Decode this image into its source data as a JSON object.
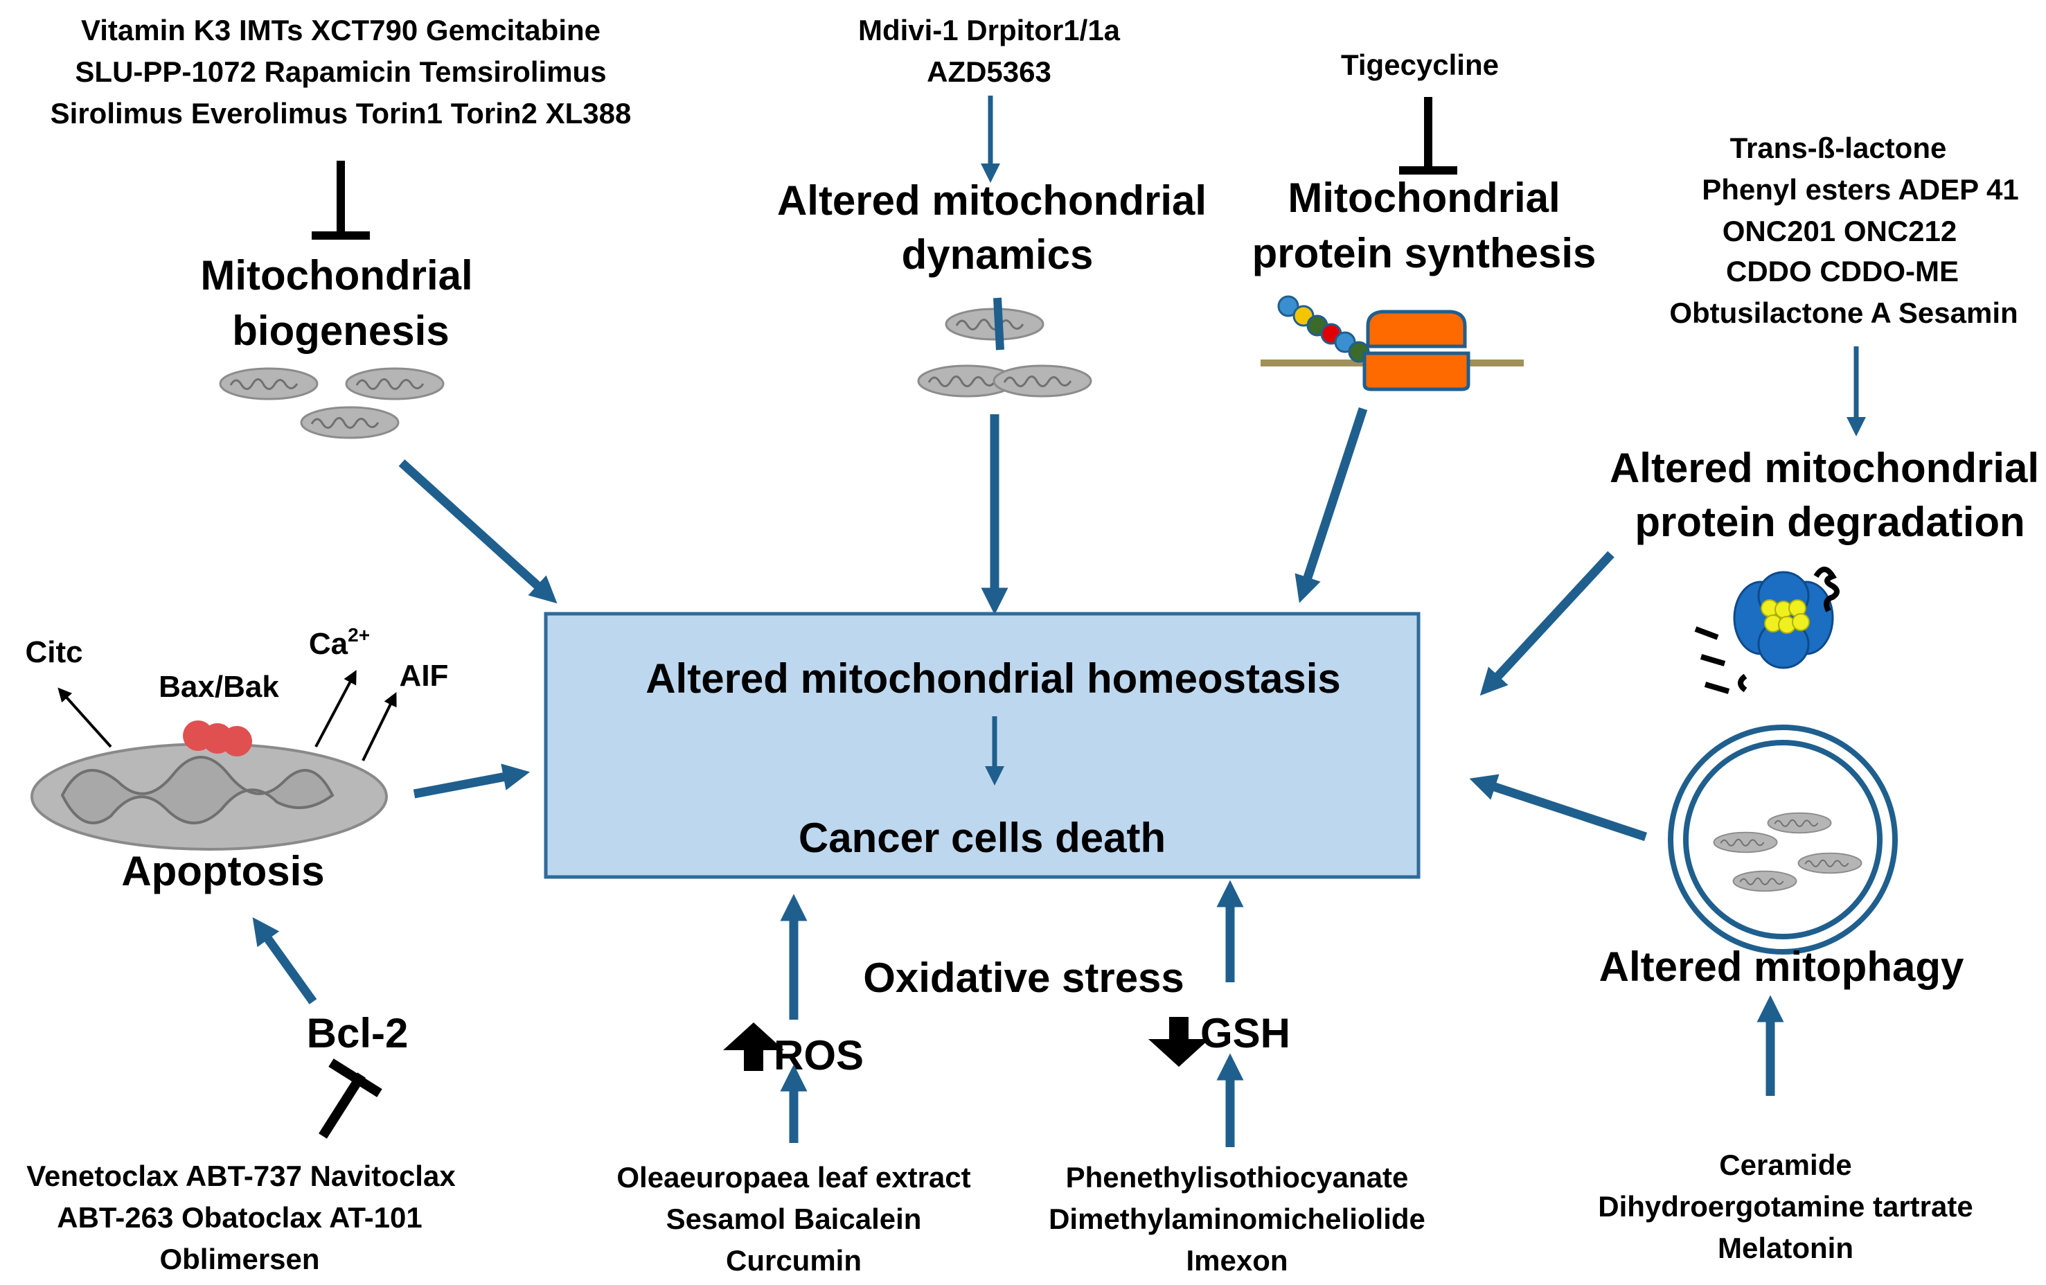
{
  "biogenesis": {
    "drugs": [
      "Vitamin K3  IMTs XCT790  Gemcitabine",
      "SLU-PP-1072  Rapamicin  Temsirolimus",
      "Sirolimus Everolimus Torin1 Torin2 XL388"
    ],
    "title": [
      "Mitochondrial",
      "biogenesis"
    ]
  },
  "dynamics": {
    "drugs": [
      "Mdivi-1 Drpitor1/1a",
      "AZD5363"
    ],
    "title": [
      "Altered mitochondrial",
      "dynamics"
    ]
  },
  "synthesis": {
    "drugs": [
      "Tigecycline"
    ],
    "title": [
      "Mitochondrial",
      "protein synthesis"
    ]
  },
  "degradation": {
    "drugs": [
      "Trans-ß-lactone",
      "Phenyl esters   ADEP 41",
      "ONC201  ONC212",
      "CDDO CDDO-ME",
      "Obtusilactone A Sesamin"
    ],
    "title": [
      "Altered mitochondrial",
      "protein degradation"
    ]
  },
  "center": {
    "homeostasis": "Altered mitochondrial homeostasis",
    "death": "Cancer cells death"
  },
  "apoptosis": {
    "title": "Apoptosis",
    "citc": "Citc",
    "baxbak": "Bax/Bak",
    "ca": "Ca",
    "ca_sup": "2+",
    "aif": "AIF"
  },
  "bcl2": {
    "label": "Bcl-2",
    "drugs": [
      "Venetoclax ABT-737 Navitoclax",
      "ABT-263 Obatoclax   AT-101",
      "Oblimersen"
    ]
  },
  "oxidative": {
    "title": "Oxidative stress",
    "ros": "ROS",
    "gsh": "GSH",
    "ros_drugs": [
      "Oleaeuropaea leaf extract",
      "Sesamol Baicalein",
      "Curcumin"
    ],
    "gsh_drugs": [
      "Phenethylisothiocyanate",
      "Dimethylaminomicheliolide",
      "Imexon"
    ]
  },
  "mitophagy": {
    "title": "Altered mitophagy",
    "drugs": [
      "Ceramide",
      "Dihydroergotamine tartrate",
      "Melatonin"
    ]
  },
  "colors": {
    "arrow": "#1f5f8e",
    "box_fill": "#bdd7ee",
    "box_stroke": "#2e6b9a",
    "ribosome": "#ff6a00",
    "bax": "#e05050",
    "protease_blue": "#1b6ec2",
    "protease_yellow": "#f0f020"
  }
}
